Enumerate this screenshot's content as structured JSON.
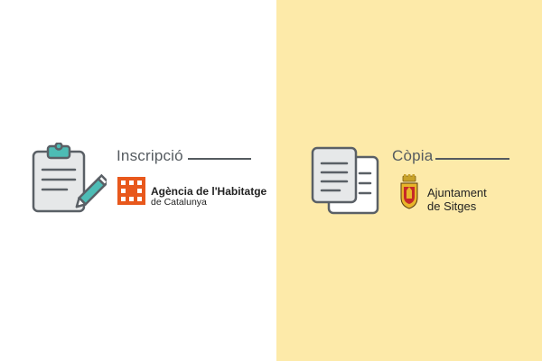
{
  "left": {
    "heading": "Inscripció",
    "organization": {
      "line1": "Agència de l'Habitatge",
      "line2": "de Catalunya",
      "brand_color": "#e8581c"
    },
    "icon": "clipboard-pencil-icon"
  },
  "right": {
    "heading": "Còpia",
    "organization": {
      "line1": "Ajuntament",
      "line2": "de Sitges"
    },
    "icon": "copy-documents-icon"
  },
  "colors": {
    "right_background": "#fdeaa9",
    "accent_teal": "#4dbcb5",
    "icon_outline": "#5a6066",
    "text_gray": "#555b60"
  }
}
